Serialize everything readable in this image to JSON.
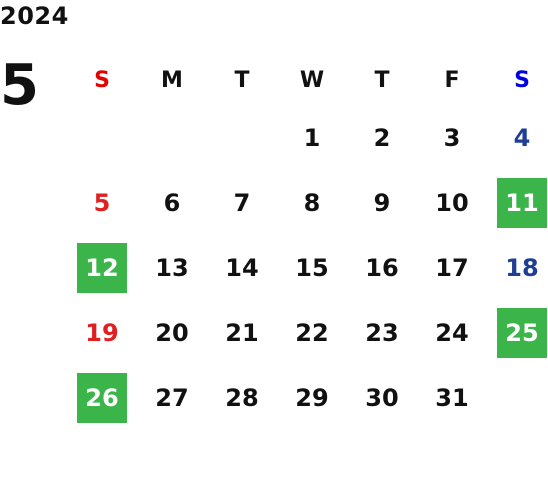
{
  "year": "2024",
  "month": "5",
  "weekdays": [
    "S",
    "M",
    "T",
    "W",
    "T",
    "F",
    "S"
  ],
  "weeks": [
    [
      "",
      "",
      "",
      "1",
      "2",
      "3",
      "4"
    ],
    [
      "5",
      "6",
      "7",
      "8",
      "9",
      "10",
      "11"
    ],
    [
      "12",
      "13",
      "14",
      "15",
      "16",
      "17",
      "18"
    ],
    [
      "19",
      "20",
      "21",
      "22",
      "23",
      "24",
      "25"
    ],
    [
      "26",
      "27",
      "28",
      "29",
      "30",
      "31",
      ""
    ]
  ],
  "highlight_color": "#3bb54a",
  "sunday_color": "#e02020",
  "saturday_color": "#1f3f96"
}
